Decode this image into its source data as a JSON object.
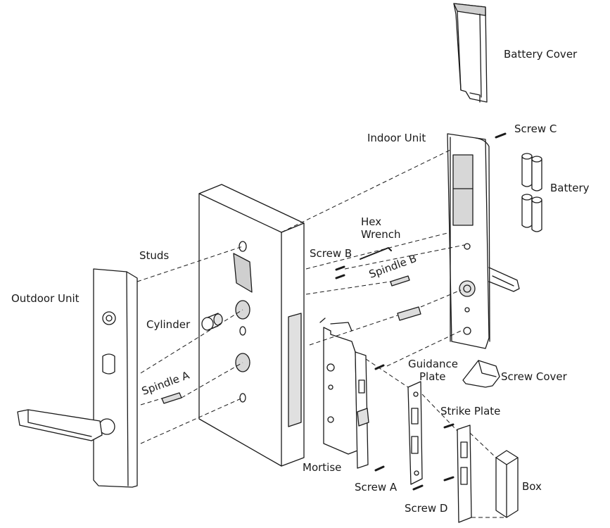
{
  "labels": {
    "battery_cover": "Battery Cover",
    "screw_c": "Screw C",
    "indoor_unit": "Indoor Unit",
    "battery": "Battery",
    "hex_wrench_line1": "Hex",
    "hex_wrench_line2": "Wrench",
    "screw_b": "Screw B",
    "spindle_b": "Spindle B",
    "studs": "Studs",
    "outdoor_unit": "Outdoor Unit",
    "cylinder": "Cylinder",
    "spindle_a": "Spindle A",
    "guidance_plate_line1": "Guidance",
    "guidance_plate_line2": "Plate",
    "screw_cover": "Screw Cover",
    "strike_plate": "Strike Plate",
    "mortise": "Mortise",
    "screw_a": "Screw A",
    "screw_d": "Screw D",
    "box": "Box"
  }
}
